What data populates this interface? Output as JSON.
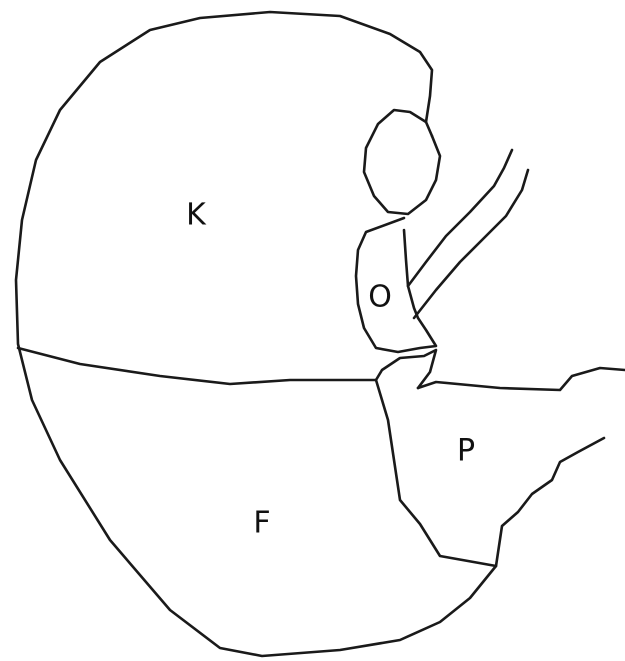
{
  "diagram": {
    "regions": [
      {
        "label": "K"
      },
      {
        "label": "O"
      },
      {
        "label": "P"
      },
      {
        "label": "F"
      }
    ]
  }
}
